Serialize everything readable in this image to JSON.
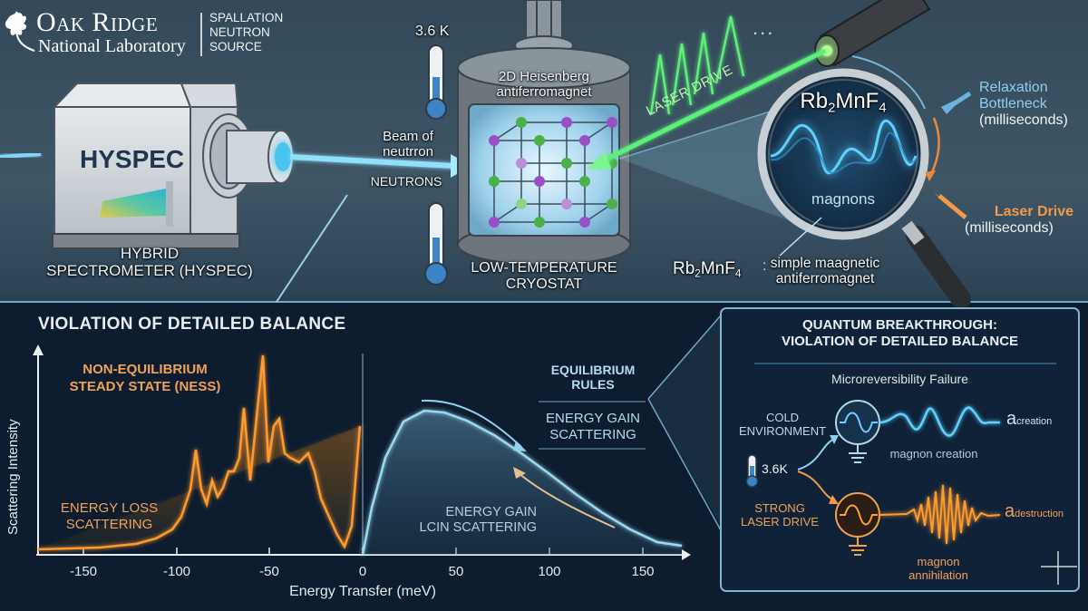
{
  "header": {
    "logo": {
      "org_line1": "Oak Ridge",
      "org_line2": "National Laboratory",
      "facility": [
        "SPALLATION",
        "NEUTRON",
        "SOURCE"
      ],
      "icon": "oak-leaf-icon"
    }
  },
  "instrument": {
    "name": "HYSPEC",
    "caption_line1": "HYBRID",
    "caption_line2": "SPECTROMETER (HYSPEC)"
  },
  "beam": {
    "label_line1": "Beam of",
    "label_line2": "neutrron",
    "label_caps": "NEUTRONS",
    "color": "#7fd8f5"
  },
  "cryostat": {
    "temperature": "3.6 K",
    "sample_line1": "2D Heisenberg",
    "sample_line2": "antiferromagnet",
    "caption_line1": "LOW-TEMPERATURE",
    "caption_line2": "CRYOSTAT"
  },
  "laser": {
    "label": "LASER DRIVE",
    "pulses_ellipsis": "...",
    "color": "#5cf07a"
  },
  "magnifier": {
    "formula_base": "Rb",
    "formula_sub1": "2",
    "formula_mid": "MnF",
    "formula_sub2": "4",
    "wave_label": "magnons",
    "relaxation_line1": "Relaxation",
    "relaxation_line2": "Bottleneck",
    "relaxation_line3": "(milliseconds)",
    "laser_line1": "Laser Drive",
    "laser_line2": "(milliseconds)",
    "desc_sep": ":",
    "desc_line1": "simple maagnetic",
    "desc_line2": "antiferromagnet"
  },
  "chart_panel": {
    "title": "VIOLATION OF DETAILED BALANCE",
    "ness_line1": "NON-EQUILIBRIUM",
    "ness_line2": "STEADY STATE (NESS)",
    "loss_line1": "ENERGY LOSS",
    "loss_line2": "SCATTERING",
    "eq_line1": "EQUILIBRIUM",
    "eq_line2": "RULES",
    "gain_line1": "ENERGY GAIN",
    "gain_line2": "SCATTERING",
    "gain2_line1": "ENERGY GAIN",
    "gain2_line2": "LCIN SCATTERING"
  },
  "chart_data": {
    "type": "line",
    "title": "VIOLATION OF DETAILED BALANCE",
    "xlabel": "Energy Transfer (meV)",
    "ylabel": "Scattering Intensity",
    "xlim": [
      -170,
      170
    ],
    "x_ticks": [
      "-150",
      "-100",
      "-50",
      "0",
      "50",
      "100",
      "150"
    ],
    "grid": false,
    "series": [
      {
        "name": "Non-equilibrium steady state (NESS) - energy loss scattering",
        "color": "#ff8c1a",
        "x": [
          -170,
          -150,
          -130,
          -110,
          -100,
          -95,
          -90,
          -86,
          -82,
          -78,
          -74,
          -70,
          -66,
          -64,
          -60,
          -56,
          -53,
          -50,
          -47,
          -45,
          -42,
          -38,
          -34,
          -30,
          -26,
          -22,
          -18,
          -14,
          -10,
          -6,
          -2
        ],
        "y": [
          3,
          4,
          5,
          8,
          14,
          22,
          50,
          28,
          38,
          27,
          35,
          42,
          44,
          62,
          33,
          48,
          100,
          40,
          58,
          65,
          42,
          40,
          34,
          36,
          45,
          25,
          18,
          10,
          2,
          30,
          70
        ]
      },
      {
        "name": "Equilibrium - energy gain scattering",
        "color": "#8fd3ec",
        "x": [
          0,
          10,
          20,
          30,
          40,
          50,
          60,
          70,
          80,
          90,
          100,
          110,
          120,
          130,
          140,
          150,
          160,
          170
        ],
        "y": [
          0,
          40,
          58,
          64,
          63,
          60,
          55,
          49,
          43,
          37,
          31,
          25,
          19,
          14,
          10,
          7,
          5,
          4
        ]
      }
    ]
  },
  "quantum_panel": {
    "title_line1": "QUANTUM BREAKTHROUGH:",
    "title_line2": "VIOLATION OF DETAILED BALANCE",
    "subtitle": "Microreversibility Failure",
    "cold_line1": "COLD",
    "cold_line2": "ENVIRONMENT",
    "temperature": "3.6K",
    "laser_line1": "STRONG",
    "laser_line2": "LASER DRIVE",
    "creation_caption": "magnon creation",
    "creation_op": "a",
    "creation_sub": "creation",
    "annihilation_line1": "magnon",
    "annihilation_line2": "annihilation",
    "destruction_op": "a",
    "destruction_sub": "destruction"
  },
  "colors": {
    "orange": "#ff8c1a",
    "light_blue": "#8fd3ec",
    "laser_green": "#5cf07a",
    "panel_bg": "#0e2035"
  }
}
